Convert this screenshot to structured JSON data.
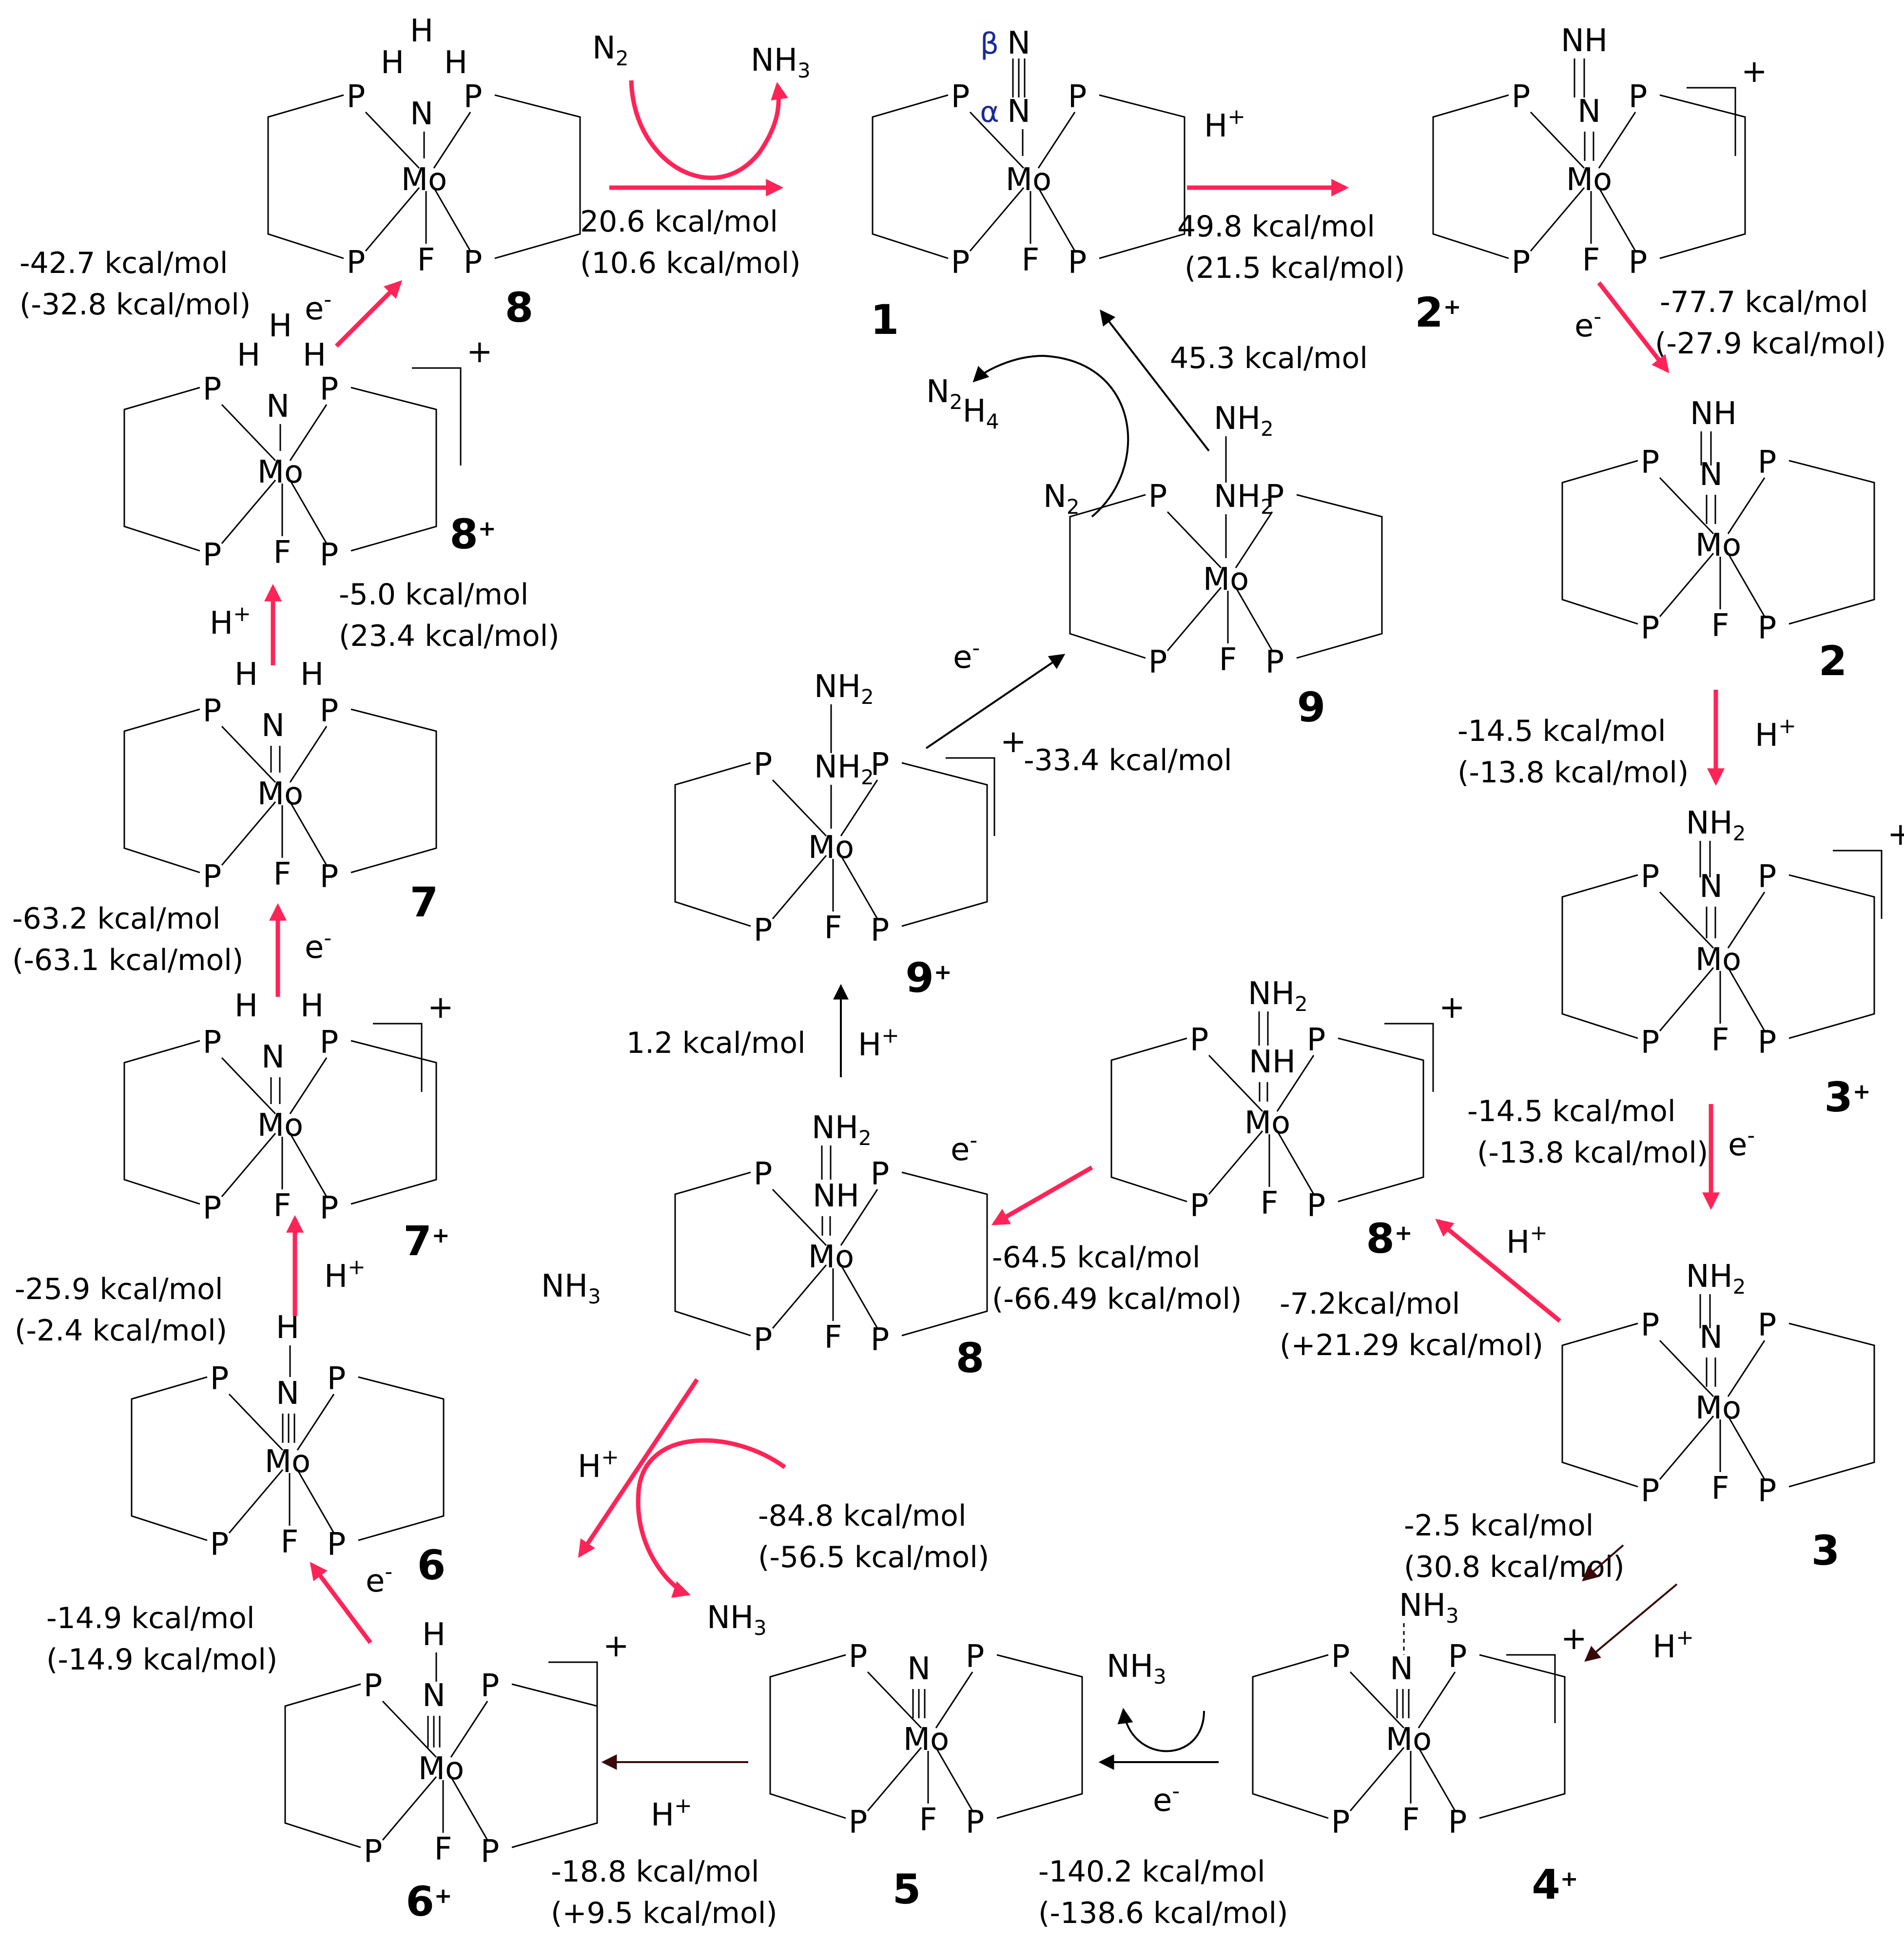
{
  "atoms": {
    "P": "P",
    "Mo": "Mo",
    "F": "F",
    "N": "N",
    "NH": "NH",
    "H": "H",
    "NH2_base": "NH",
    "NH3_base": "NH",
    "two": "2",
    "three": "3",
    "four": "4",
    "N2_base": "N",
    "N2H4_base": "N",
    "N2H4_H": "H",
    "Hplus": "H",
    "plus": "+",
    "eminus": "e",
    "minus": "-",
    "beta": "β",
    "alpha": "α"
  },
  "labels": {
    "c1": "1",
    "c2": "2",
    "c3": "3",
    "c4": "4",
    "c5": "5",
    "c6": "6",
    "c7": "7",
    "c8": "8",
    "c9": "9"
  },
  "energies": {
    "e1_2p": "49.8 kcal/mol",
    "e1_2p_b": "(21.5 kcal/mol)",
    "e2p_2": "-77.7 kcal/mol",
    "e2p_2_b": "(-27.9 kcal/mol)",
    "e2_3p": "-14.5 kcal/mol",
    "e2_3p_b": "(-13.8 kcal/mol)",
    "e3p_3": "-14.5 kcal/mol",
    "e3p_3_b": "(-13.8 kcal/mol)",
    "e3_4p": "-2.5 kcal/mol",
    "e3_4p_b": "(30.8 kcal/mol)",
    "e4p_5": "-140.2 kcal/mol",
    "e4p_5_b": "(-138.6 kcal/mol)",
    "e5_6p": "-18.8 kcal/mol",
    "e5_6p_b": "(+9.5 kcal/mol)",
    "e6p_6": "-14.9 kcal/mol",
    "e6p_6_b": "(-14.9 kcal/mol)",
    "e6_7p": "-25.9 kcal/mol",
    "e6_7p_b": "(-2.4 kcal/mol)",
    "e7p_7": "-63.2 kcal/mol",
    "e7p_7_b": "(-63.1 kcal/mol)",
    "e7_8p": "-5.0 kcal/mol",
    "e7_8p_b": "(23.4 kcal/mol)",
    "e8p_8": "-42.7 kcal/mol",
    "e8p_8_b": "(-32.8 kcal/mol)",
    "e8_1": "20.6 kcal/mol",
    "e8_1_b": "(10.6 kcal/mol)",
    "e3_8p": "-7.2kcal/mol",
    "e3_8p_b": "(+21.29 kcal/mol)",
    "e8p_8c": "-64.5 kcal/mol",
    "e8p_8c_b": "(-66.49 kcal/mol)",
    "e8c_6p": "-84.8 kcal/mol",
    "e8c_6p_b": "(-56.5 kcal/mol)",
    "e8c_9p": "1.2 kcal/mol",
    "e9p_9": "-33.4 kcal/mol",
    "e9_1": "45.3 kcal/mol"
  }
}
